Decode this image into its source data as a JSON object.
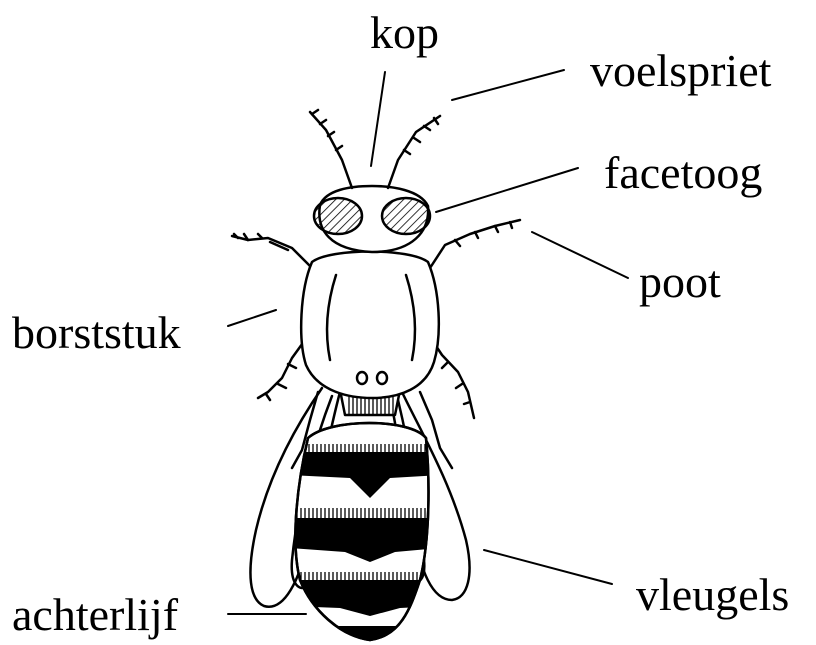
{
  "diagram": {
    "subject": "bee",
    "labels": {
      "kop": "kop",
      "voelspriet": "voelspriet",
      "facetoog": "facetoog",
      "poot": "poot",
      "borststuk": "borststuk",
      "vleugels": "vleugels",
      "achterlijf": "achterlijf"
    },
    "colors": {
      "ink": "#000000",
      "background": "#ffffff"
    }
  }
}
